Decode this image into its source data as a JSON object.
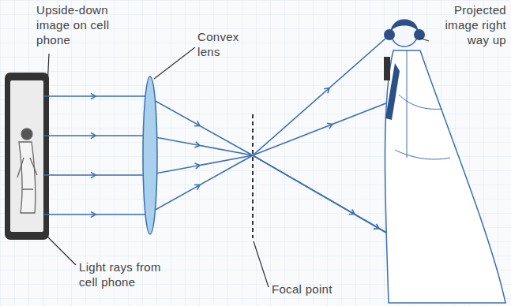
{
  "diagram": {
    "labels": [
      "Upside-down image on cell phone",
      "Convex lens",
      "Projected image right way up",
      "Light rays from cell phone",
      "Focal point"
    ]
  }
}
